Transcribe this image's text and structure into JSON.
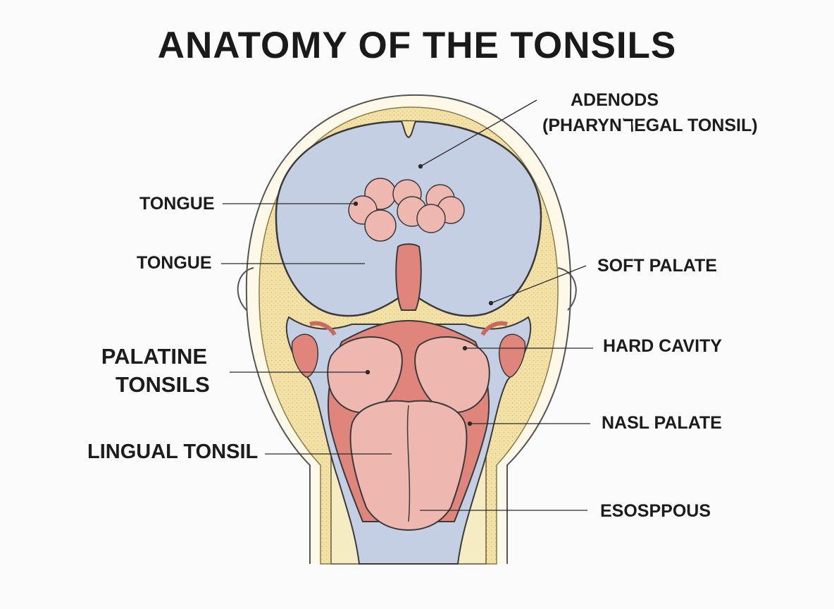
{
  "title": "ANATOMY OF THE TONSILS",
  "labels": {
    "adenoids_line1": "ADENODS",
    "adenoids_line2": "(PHARYNℸEGAL TONSIL)",
    "tongue_upper": "TONGUE",
    "tongue_lower": "TONGUE",
    "palatine_line1": "PALATINE",
    "palatine_line2": "TONSILS",
    "lingual_tonsil": "LINGUAL TONSIL",
    "soft_palate": "SOFT PALATE",
    "hard_cavity": "HARD CAVITY",
    "nasl_palate": "NASL PALATE",
    "esosppous": "ESOSPPOUS"
  },
  "colors": {
    "cavity_blue": "#c4cfe3",
    "bone_yellow": "#f5e6b4",
    "tissue_pink": "#eeb8b0",
    "tissue_red": "#e0857c",
    "outline": "#3a3a3a"
  }
}
